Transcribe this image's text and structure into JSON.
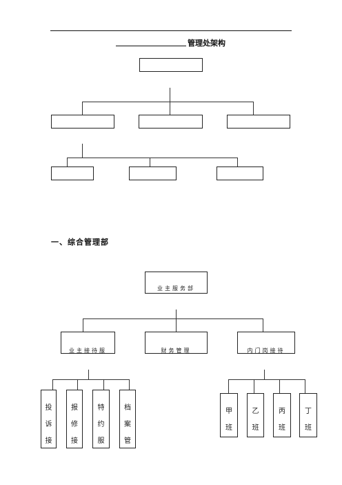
{
  "document": {
    "heading": "管理处架构",
    "section_one_title": "一、综合管理部"
  },
  "org_top": {
    "root": "",
    "level2": [
      "",
      "",
      ""
    ],
    "level3": [
      "",
      "",
      ""
    ]
  },
  "org_bottom": {
    "root": "业主服务部",
    "level2": [
      "业主接待服",
      "财务管理",
      "内门岗接待"
    ],
    "left_children": [
      "投诉接",
      "报修接",
      "特约服",
      "档案管"
    ],
    "right_children": [
      "甲班",
      "乙班",
      "丙班",
      "丁班"
    ]
  }
}
